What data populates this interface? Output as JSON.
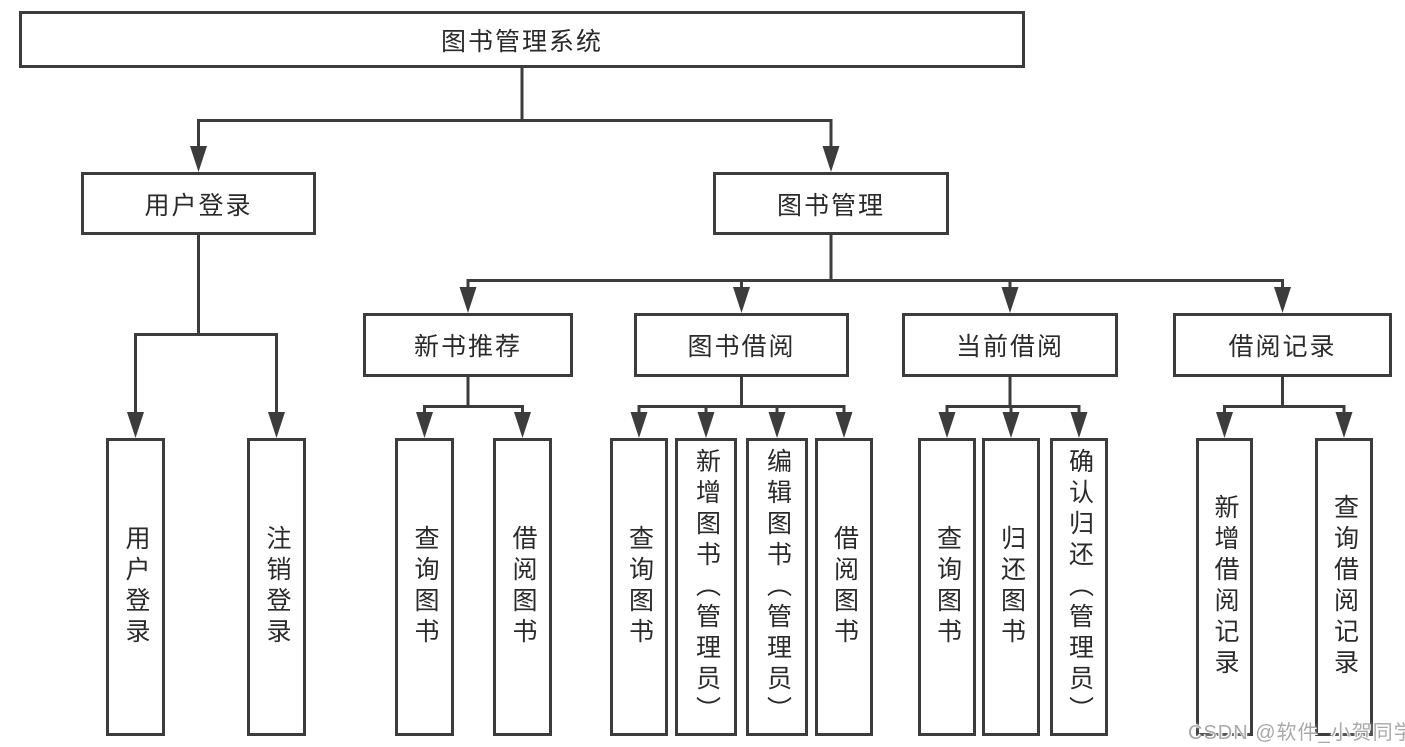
{
  "tree": {
    "root": "图书管理系统",
    "branches": [
      {
        "label": "用户登录",
        "children": [
          "用户登录",
          "注销登录"
        ]
      },
      {
        "label": "图书管理",
        "sections": [
          {
            "label": "新书推荐",
            "children": [
              "查询图书",
              "借阅图书"
            ]
          },
          {
            "label": "图书借阅",
            "children": [
              "查询图书",
              "新增图书（管理员）",
              "编辑图书（管理员）",
              "借阅图书"
            ]
          },
          {
            "label": "当前借阅",
            "children": [
              "查询图书",
              "归还图书",
              "确认归还（管理员）"
            ]
          },
          {
            "label": "借阅记录",
            "children": [
              "新增借阅记录",
              "查询借阅记录"
            ]
          }
        ]
      }
    ]
  },
  "watermark": {
    "text": "CSDN @软件_小贺同学"
  },
  "colors": {
    "line": "#3c3c3c",
    "text": "#2a2a2a",
    "background": "#ffffff",
    "watermark": "#a9a9a9"
  }
}
